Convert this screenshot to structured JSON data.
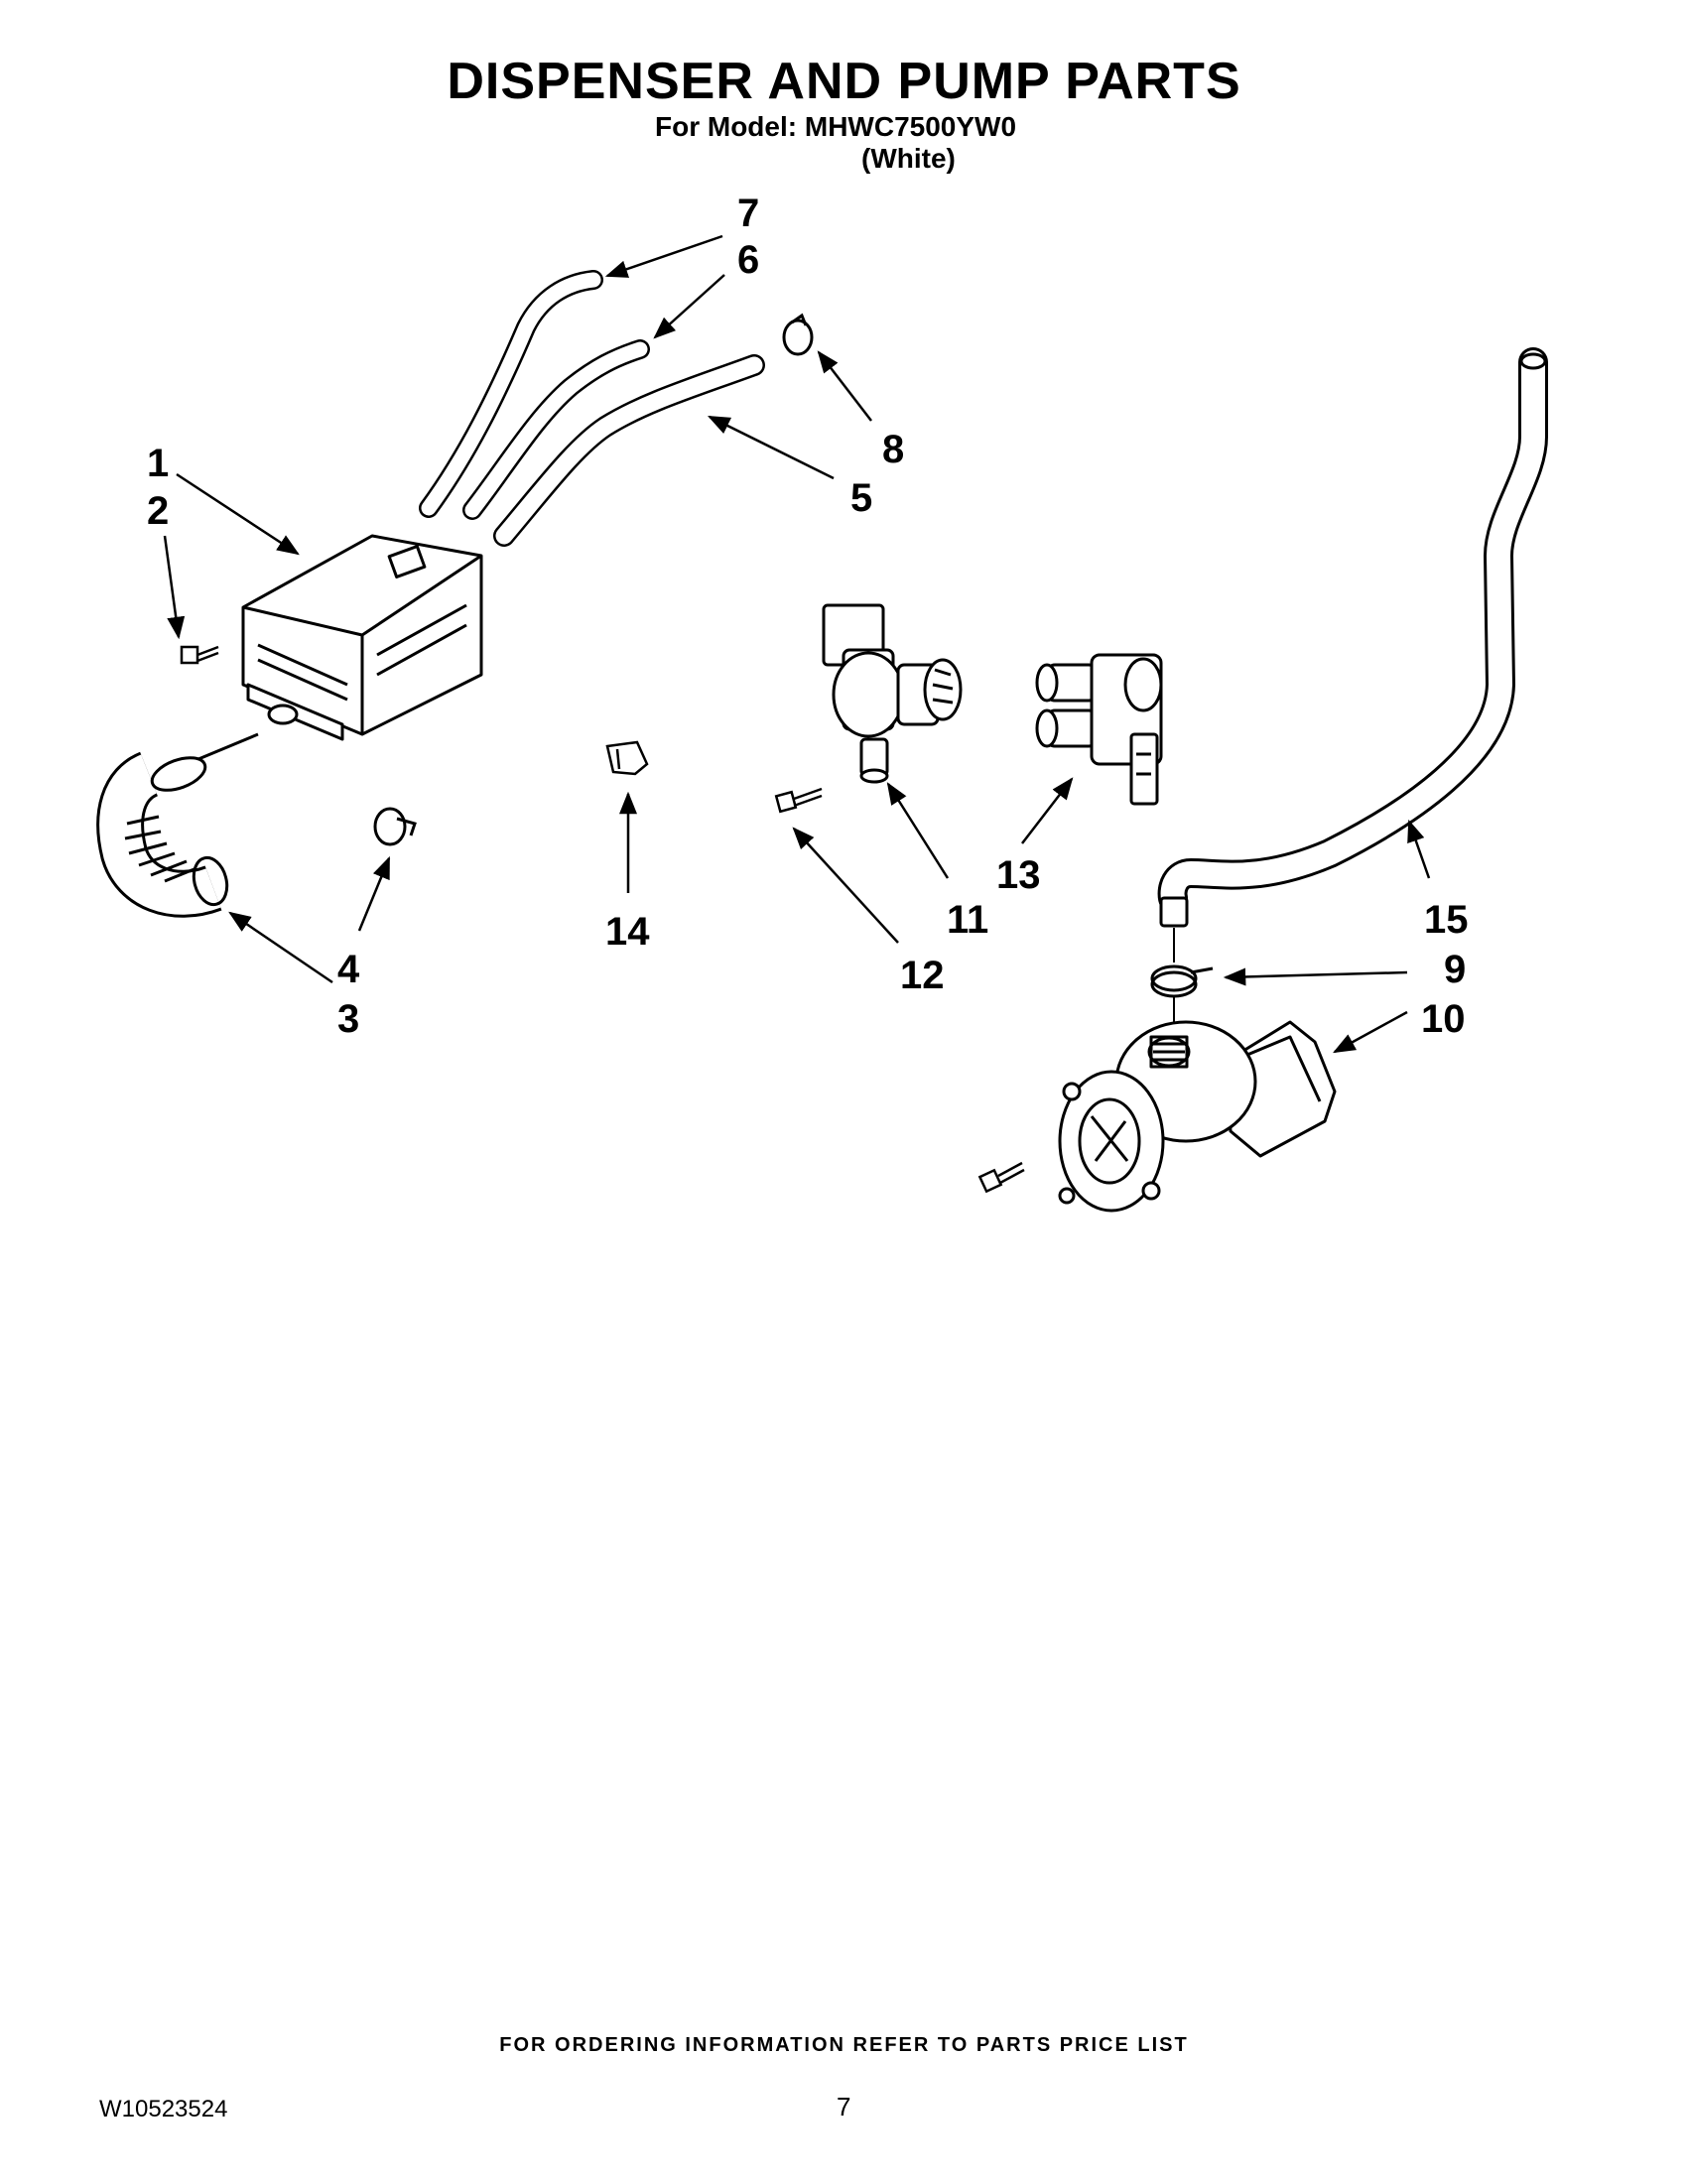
{
  "header": {
    "title": "DISPENSER AND PUMP PARTS",
    "model_line": "For Model: MHWC7500YW0",
    "variant": "(White)"
  },
  "callouts": [
    "1",
    "2",
    "3",
    "4",
    "5",
    "6",
    "7",
    "8",
    "9",
    "10",
    "11",
    "12",
    "13",
    "14",
    "15"
  ],
  "parts": [
    "dispenser-assembly",
    "screw",
    "dispenser-bellows-hose",
    "hose-clamp",
    "inlet-hose",
    "inlet-hose",
    "inlet-hose",
    "hose-clamp",
    "hose-clamp",
    "drain-pump",
    "water-valve",
    "screw",
    "water-valve",
    "clip",
    "drain-hose"
  ],
  "footer": {
    "ordering_note": "FOR ORDERING INFORMATION REFER TO PARTS PRICE LIST",
    "document_number": "W10523524",
    "page_number": "7"
  }
}
